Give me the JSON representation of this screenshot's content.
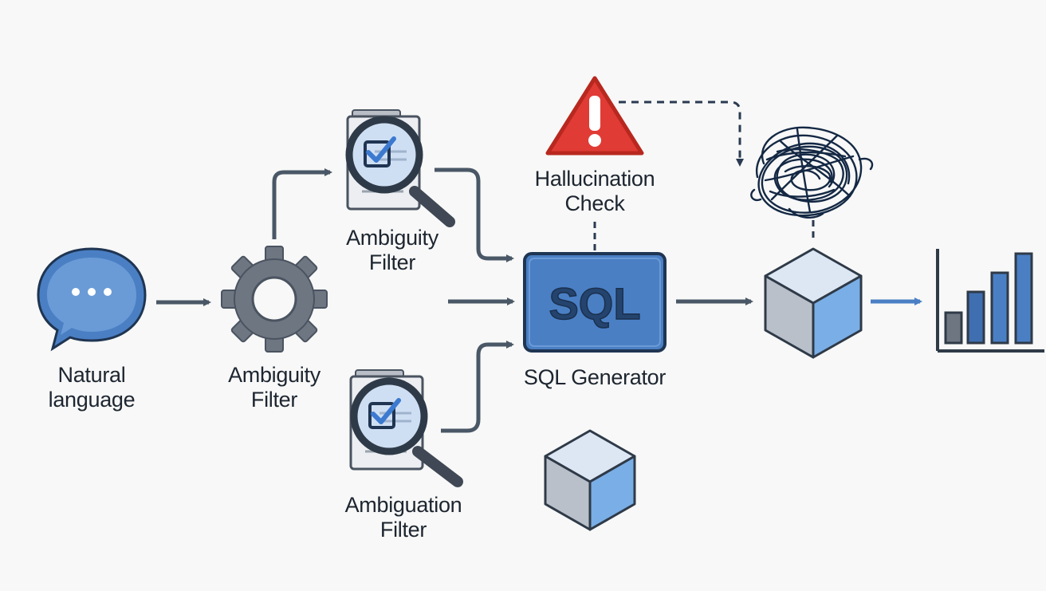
{
  "nodes": {
    "natural_language": {
      "line1": "Natural",
      "line2": "language"
    },
    "ambiguity_filter_gear": {
      "line1": "Ambiguity",
      "line2": "Filter"
    },
    "ambiguity_filter_top": {
      "line1": "Ambiguity",
      "line2": "Filter"
    },
    "ambiguation_filter_bottom": {
      "line1": "Ambiguation",
      "line2": "Filter"
    },
    "hallucination_check": {
      "line1": "Hallucination",
      "line2": "Check"
    },
    "sql_generator": {
      "box_text": "SQL",
      "label": "SQL Generator"
    }
  },
  "colors": {
    "background": "#f7f8f7",
    "arrow": "#4a5766",
    "blue": "#4a7fc4",
    "dark_navy": "#1f3552",
    "warning_red": "#e03b35",
    "gear": "#6e7682"
  },
  "icons": [
    "chat-bubble-icon",
    "gear-icon",
    "magnifier-checklist-icon",
    "warning-triangle-icon",
    "sql-box-icon",
    "tangle-scribble-icon",
    "cube-icon",
    "bar-chart-icon"
  ]
}
